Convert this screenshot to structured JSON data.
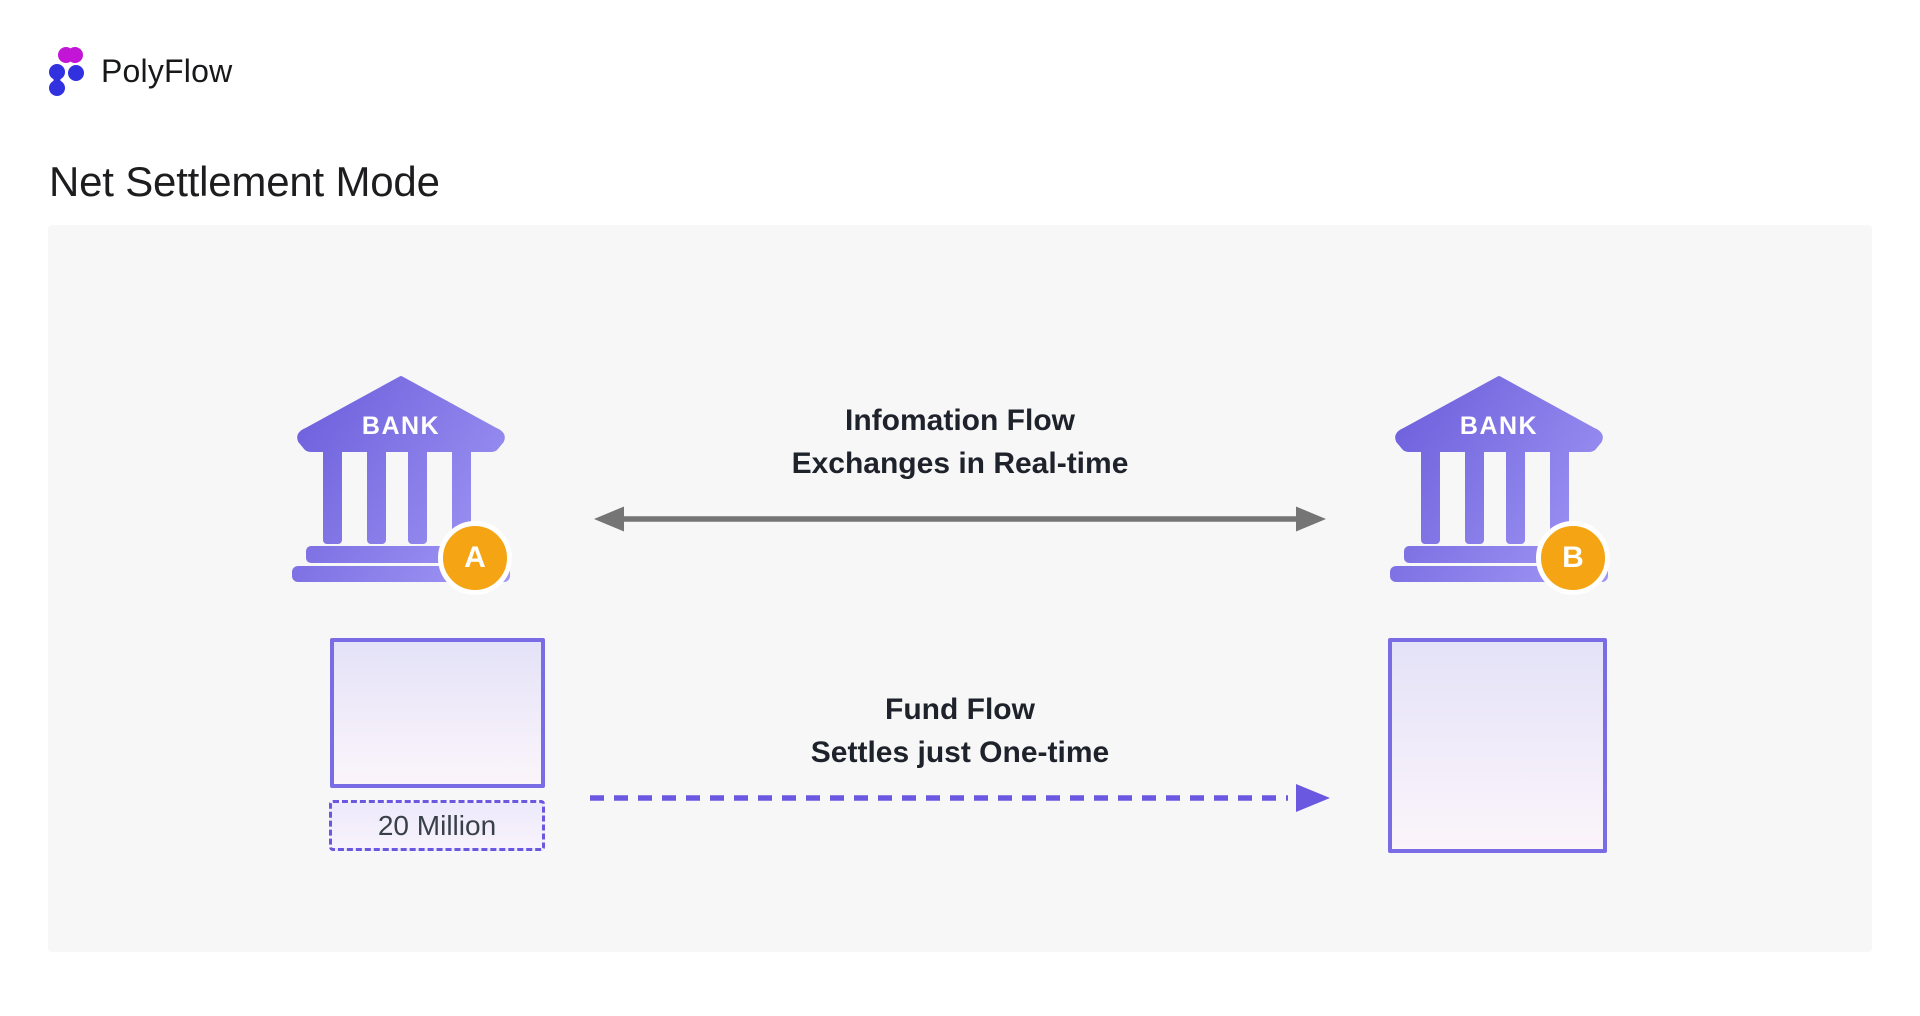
{
  "brand": {
    "name": "PolyFlow"
  },
  "page": {
    "title": "Net Settlement Mode"
  },
  "diagram": {
    "bank_a": {
      "sign": "BANK",
      "badge": "A"
    },
    "bank_b": {
      "sign": "BANK",
      "badge": "B"
    },
    "information_flow": {
      "line1": "Infomation Flow",
      "line2": "Exchanges in Real-time"
    },
    "fund_flow": {
      "line1": "Fund Flow",
      "line2": "Settles just One-time"
    },
    "net_amount": "20 Million"
  },
  "colors": {
    "brand-magenta": "#C215D6",
    "brand-blue": "#3231E0",
    "bank-grad-start": "#6E60DC",
    "bank-grad-end": "#A096F4",
    "badge-orange": "#F5A413",
    "accent-purple": "#6B58E0",
    "box-border": "#7A6CE4",
    "arrow-gray": "#757575",
    "panel-bg": "#F7F7F8",
    "box-fill-top": "#E4E2F8",
    "box-fill-bottom": "#FBF5FA",
    "text-dark": "#1E222B",
    "title-color": "#1D1D1F"
  }
}
